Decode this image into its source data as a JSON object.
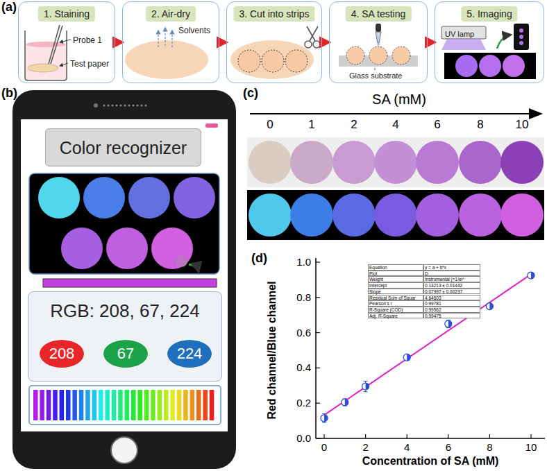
{
  "diagram": {
    "nodes": [
      {
        "text": [
          "1. Staining",
          "Probe 1",
          "Test paper"
        ]
      },
      {
        "text": [
          "2. Air-dry",
          "Solvents"
        ]
      },
      {
        "text": [
          "3. Cut into strips"
        ]
      },
      {
        "text": [
          "4. SA testing",
          "Glass substrate"
        ]
      },
      {
        "text": [
          "5. Imaging",
          "UV lamp"
        ]
      },
      {
        "text": [
          "Color recognizer"
        ]
      },
      {
        "text": [
          "RGB: 208, 67, 224"
        ]
      },
      {
        "text": [
          "208"
        ],
        "in": 6
      },
      {
        "text": [
          "67"
        ],
        "in": 6
      },
      {
        "text": [
          "224"
        ],
        "in": 6
      }
    ],
    "edges": [
      {
        "from": 0,
        "to": 1,
        "arrow": "to"
      },
      {
        "from": 1,
        "to": 2,
        "arrow": "to"
      },
      {
        "from": 2,
        "to": 3,
        "arrow": "to"
      },
      {
        "from": 3,
        "to": 4,
        "arrow": "to"
      }
    ],
    "labels": [
      "(a)",
      "(b)",
      "(c)",
      "SA (mM)",
      "0",
      "1",
      "2",
      "4",
      "6",
      "8",
      "10",
      "(d)",
      "Equation",
      "y = a + b*x",
      "Plot",
      "D",
      "Weight",
      "Instrumental (=1/ei^",
      "Intercept",
      "0.13213 ± 0.01442",
      "Slope",
      "0.07997 ± 0.00237",
      "Residual Sum of Squar",
      "4.64603",
      "Pearson's r",
      "0.99781",
      "R-Square (COD)",
      "0.99562",
      "Adj. R-Square",
      "0.99475",
      "0.0",
      "0.2",
      "0.4",
      "0.6",
      "0.8",
      "1.0",
      "0",
      "2",
      "4",
      "6",
      "8",
      "10",
      "Red channel/Blue channel",
      "Concentration of SA (mM)"
    ]
  }
}
